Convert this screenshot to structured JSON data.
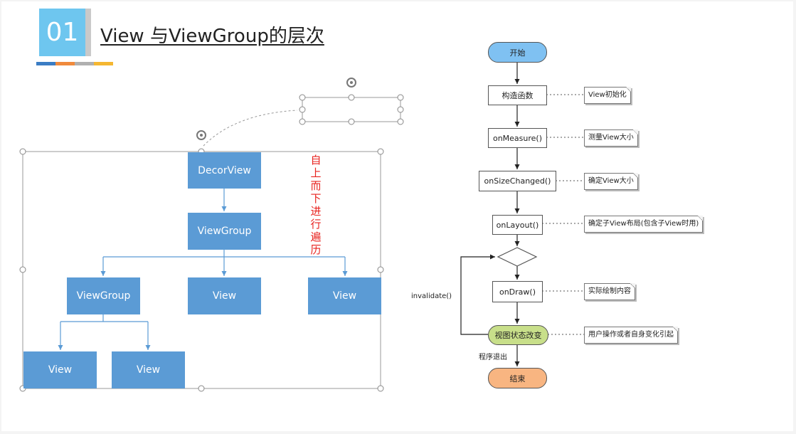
{
  "header": {
    "number": "01",
    "title": "View 与ViewGroup的层次",
    "bar_colors": [
      "#3b7dc4",
      "#f08a3c",
      "#b0b0b0",
      "#f5b731"
    ]
  },
  "tree": {
    "decor_view": "DecorView",
    "view_group_root": "ViewGroup",
    "view_group_child": "ViewGroup",
    "view_mid": "View",
    "view_right": "View",
    "leaf_left": "View",
    "leaf_right": "View",
    "traversal_note": "自上而下进行遍历",
    "box_color": "#5b9bd5",
    "note_color": "#e8231f"
  },
  "flowchart": {
    "start": "开始",
    "constructor": "构造函数",
    "on_measure": "onMeasure()",
    "on_size_changed": "onSizeChanged()",
    "on_layout": "onLayout()",
    "on_draw": "onDraw()",
    "state_change": "视图状态改变",
    "end": "结束",
    "invalidate_label": "invalidate()",
    "exit_label": "程序退出",
    "notes": {
      "constructor": "View初始化",
      "on_measure": "测量View大小",
      "on_size_changed": "确定View大小",
      "on_layout": "确定子View布局(包含子View时用)",
      "on_draw": "实际绘制内容",
      "state_change": "用户操作或者自身变化引起"
    },
    "start_color": "#7fc1f2",
    "state_color": "#c8df8a",
    "end_color": "#f8b581"
  }
}
